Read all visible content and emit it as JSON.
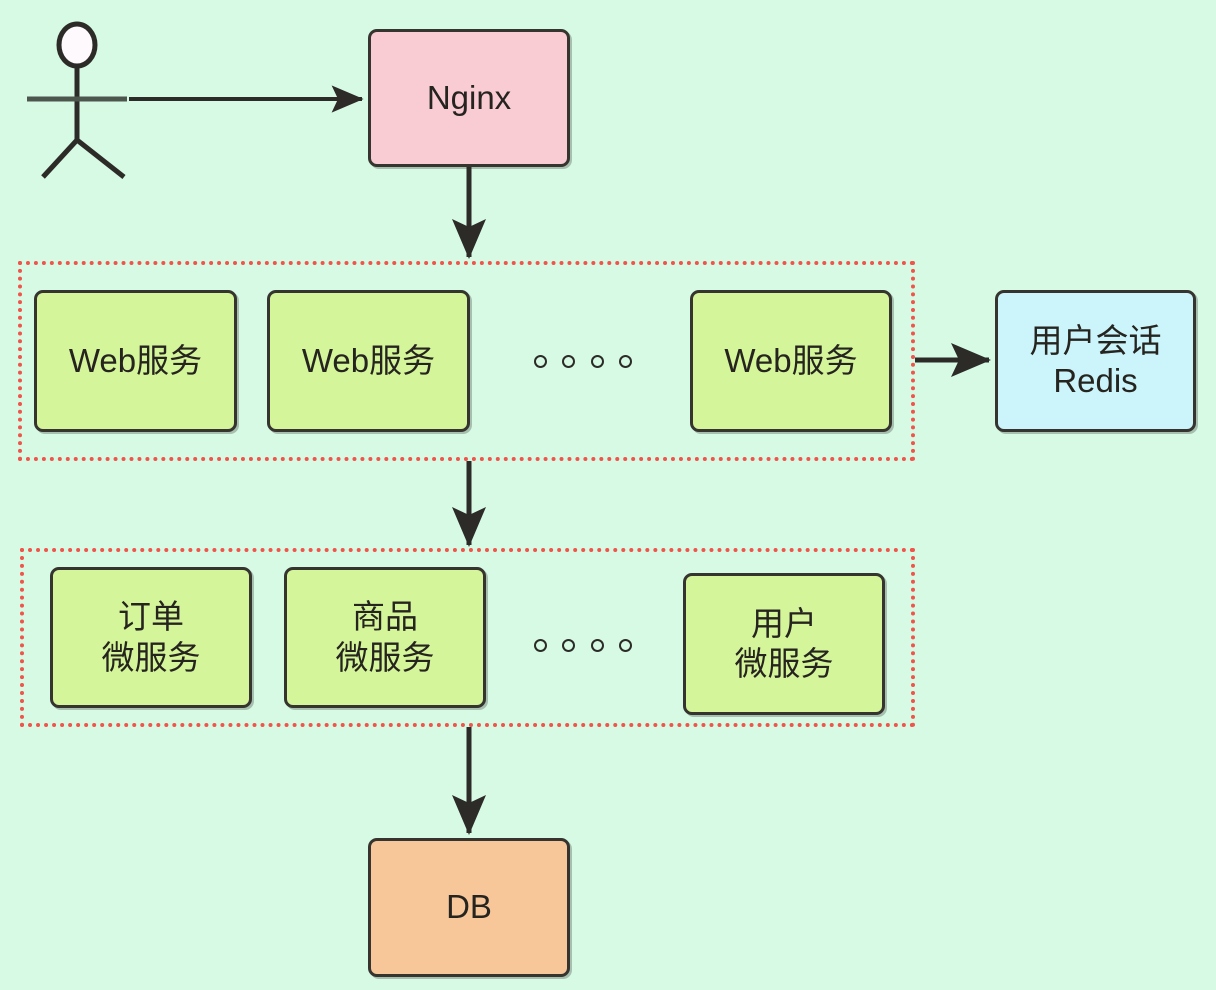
{
  "diagram": {
    "title": "Web architecture layered diagram",
    "background_color": "#d7fae5",
    "actor": {
      "name": "user-actor",
      "label": ""
    },
    "nodes": {
      "nginx": {
        "label": "Nginx",
        "color": "#f9ccd4"
      },
      "web_service_1": {
        "label": "Web服务",
        "color": "#d5f59a"
      },
      "web_service_2": {
        "label": "Web服务",
        "color": "#d5f59a"
      },
      "web_service_3": {
        "label": "Web服务",
        "color": "#d5f59a"
      },
      "redis": {
        "label": "用户会话\nRedis",
        "color": "#cbf4fb"
      },
      "order_service": {
        "label": "订单\n微服务",
        "color": "#d5f59a"
      },
      "product_service": {
        "label": "商品\n微服务",
        "color": "#d5f59a"
      },
      "user_service": {
        "label": "用户\n微服务",
        "color": "#d5f59a"
      },
      "db": {
        "label": "DB",
        "color": "#f7c79a"
      }
    },
    "groups": {
      "web_tier": {
        "label": "",
        "border_color": "#f0544a"
      },
      "microservice_tier": {
        "label": "",
        "border_color": "#f0544a"
      }
    },
    "ellipsis": {
      "web_tier_dots": 4,
      "microservice_tier_dots": 4,
      "glyph": "○"
    },
    "connectors": [
      {
        "name": "actor-to-nginx",
        "from": "actor",
        "to": "nginx",
        "direction": "right"
      },
      {
        "name": "nginx-to-web-tier",
        "from": "nginx",
        "to": "web_tier",
        "direction": "down"
      },
      {
        "name": "web-service-to-redis",
        "from": "web_service_3",
        "to": "redis",
        "direction": "right"
      },
      {
        "name": "web-tier-to-microservice-tier",
        "from": "web_tier",
        "to": "microservice_tier",
        "direction": "down"
      },
      {
        "name": "microservice-tier-to-db",
        "from": "microservice_tier",
        "to": "db",
        "direction": "down"
      }
    ]
  }
}
